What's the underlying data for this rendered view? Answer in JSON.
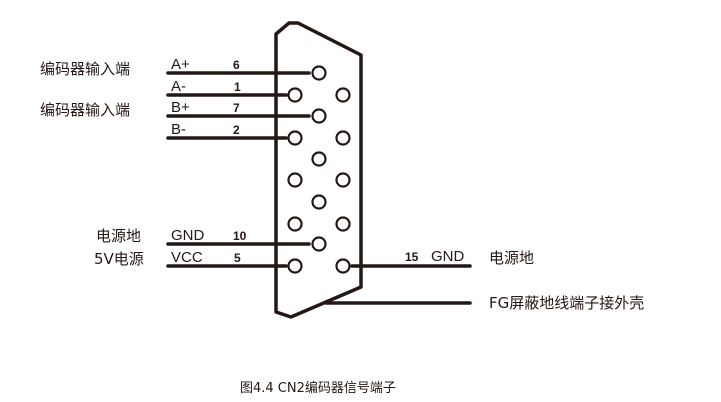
{
  "diagram": {
    "title": "CN2 encoder signal terminal",
    "caption": "图4.4 CN2编码器信号端子",
    "connector": "DB15",
    "left_groups": [
      {
        "label": "编码器输入端",
        "signals": [
          "A+",
          "A-"
        ]
      },
      {
        "label": "编码器输入端",
        "signals": [
          "B+",
          "B-"
        ]
      }
    ],
    "left_wires": [
      {
        "signal": "A+",
        "pin": "6",
        "group_label": "编码器输入端"
      },
      {
        "signal": "A-",
        "pin": "1",
        "group_label": ""
      },
      {
        "signal": "B+",
        "pin": "7",
        "group_label": "编码器输入端"
      },
      {
        "signal": "B-",
        "pin": "2",
        "group_label": ""
      },
      {
        "signal": "GND",
        "pin": "10",
        "group_label": "电源地"
      },
      {
        "signal": "VCC",
        "pin": "5",
        "group_label": "5V电源"
      }
    ],
    "right_wires": [
      {
        "signal": "GND",
        "pin": "15",
        "description": "电源地"
      },
      {
        "signal": "",
        "pin": "",
        "description": "FG屏蔽地线端子接外壳"
      }
    ],
    "colors": {
      "ink": "#231815",
      "background": "#ffffff"
    }
  }
}
